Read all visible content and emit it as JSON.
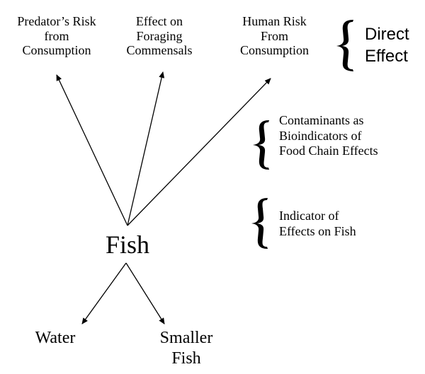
{
  "top_labels": {
    "predator": [
      "Predator’s Risk",
      "from",
      "Consumption"
    ],
    "commensals": [
      "Effect on",
      "Foraging",
      "Commensals"
    ],
    "human": [
      "Human Risk",
      "From",
      "Consumption"
    ]
  },
  "direct_effect": [
    "Direct",
    "Effect"
  ],
  "bioindicators": [
    "Contaminants as",
    "Bioindicators of",
    "Food Chain Effects"
  ],
  "indicator_fish": [
    "Indicator of",
    "Effects on Fish"
  ],
  "center": "Fish",
  "bottom_labels": {
    "water": "Water",
    "smaller_fish": [
      "Smaller",
      "Fish"
    ]
  }
}
